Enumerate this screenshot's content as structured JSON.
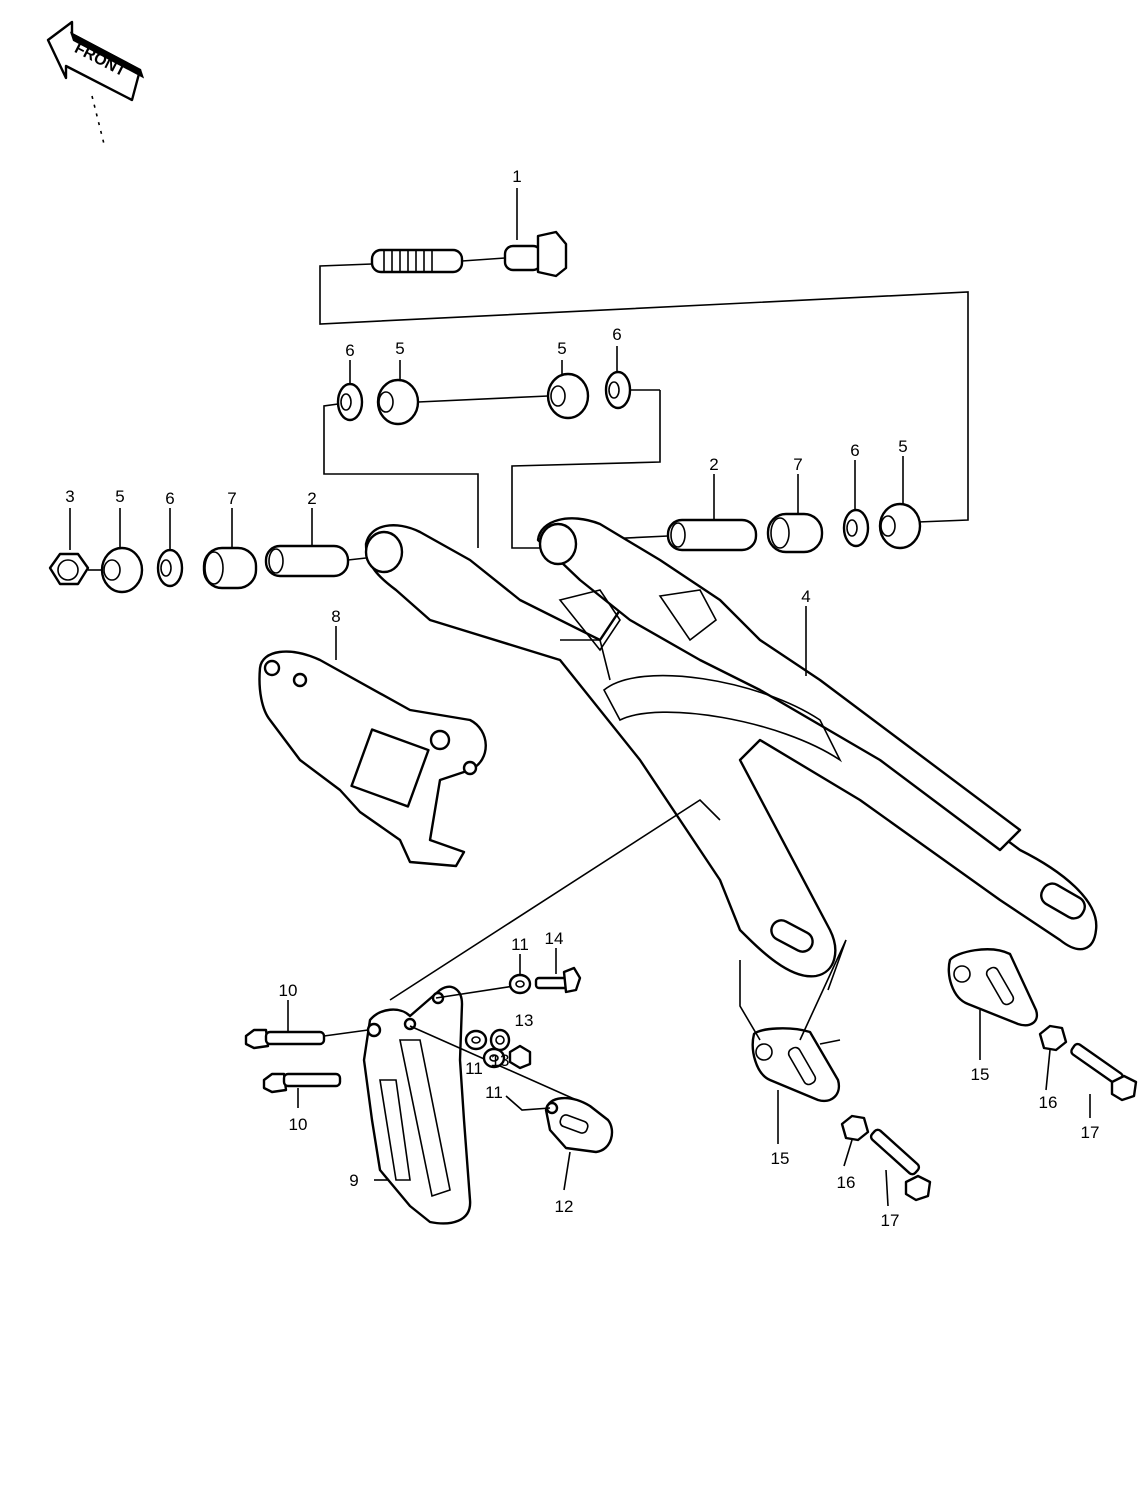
{
  "front_label": "FRONT",
  "callouts": {
    "c1": "1",
    "c2a": "2",
    "c2b": "2",
    "c3": "3",
    "c4": "4",
    "c5a": "5",
    "c5b": "5",
    "c5c": "5",
    "c5d": "5",
    "c6a": "6",
    "c6b": "6",
    "c6c": "6",
    "c6d": "6",
    "c7a": "7",
    "c7b": "7",
    "c8": "8",
    "c9": "9",
    "c10a": "10",
    "c10b": "10",
    "c11a": "11",
    "c11b": "11",
    "c11c": "11",
    "c12": "12",
    "c13a": "13",
    "c13b": "13",
    "c14": "14",
    "c15a": "15",
    "c15b": "15",
    "c16a": "16",
    "c16b": "16",
    "c17a": "17",
    "c17b": "17"
  }
}
